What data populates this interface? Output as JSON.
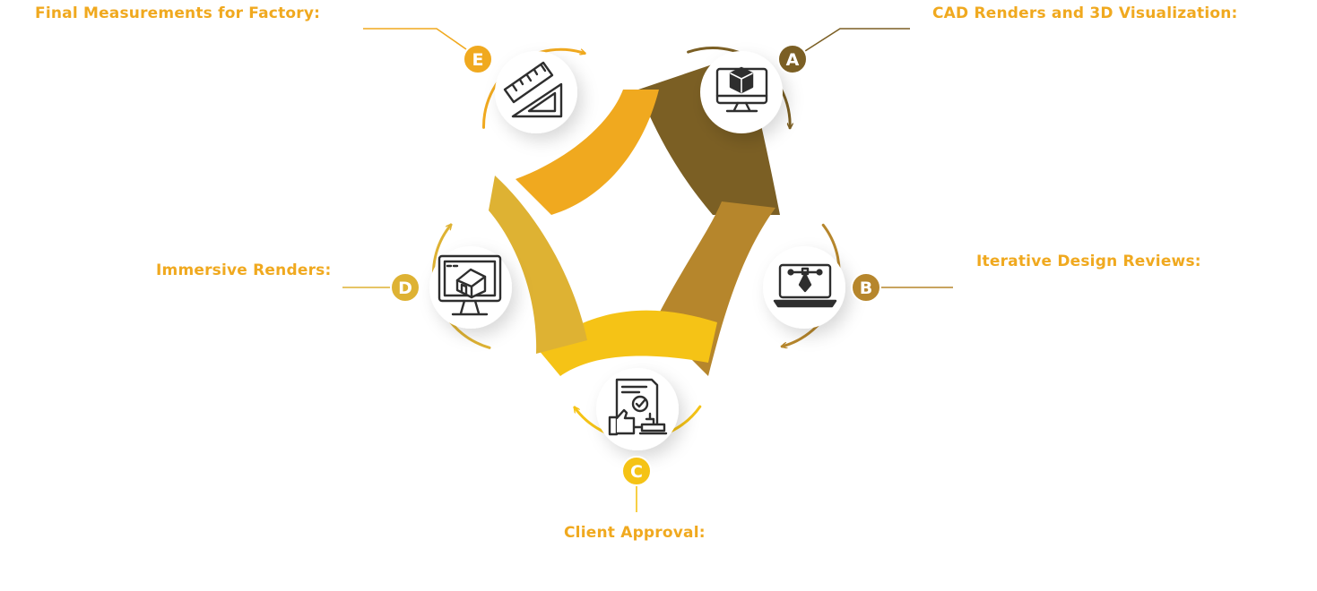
{
  "colors": {
    "step_a": "#7b5f24",
    "step_b": "#b6862c",
    "step_c": "#f5c316",
    "step_d": "#deb233",
    "step_e": "#f0a91f",
    "label_text": "#f0a91f",
    "icon_stroke": "#2e2e2e"
  },
  "steps": [
    {
      "letter": "A",
      "label": "CAD Renders and 3D Visualization:",
      "icon": "monitor-3d-cube-icon"
    },
    {
      "letter": "B",
      "label": "Iterative Design Reviews:",
      "icon": "laptop-vector-pen-icon"
    },
    {
      "letter": "C",
      "label": "Client Approval:",
      "icon": "document-approval-stamp-icon"
    },
    {
      "letter": "D",
      "label": "Immersive Renders:",
      "icon": "monitor-house-icon"
    },
    {
      "letter": "E",
      "label": "Final Measurements for Factory:",
      "icon": "ruler-triangle-icon"
    }
  ]
}
